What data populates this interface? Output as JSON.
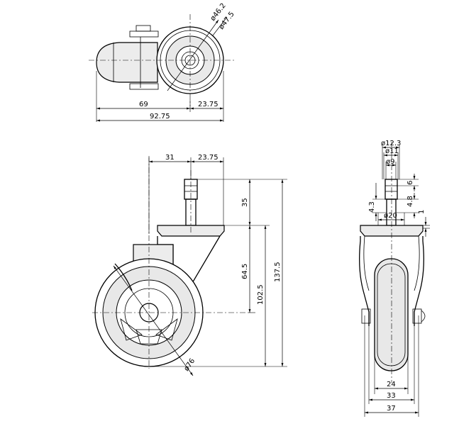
{
  "top_view": {
    "dims": {
      "dia_outer": "ø46.2",
      "dia_inner": "ø47.5",
      "len_69": "69",
      "len_2375": "23.75",
      "len_9275": "92.75"
    }
  },
  "side_view": {
    "dims": {
      "w31": "31",
      "w2375": "23.75",
      "h35": "35",
      "h645": "64.5",
      "h1025": "102.5",
      "h1375": "137.5",
      "wheel_dia": "ø76"
    }
  },
  "front_view": {
    "dims": {
      "d123": "ø12.3",
      "d11": "ø11",
      "d9": "ø9",
      "v6": "6",
      "v43": "4.3",
      "v48": "4.8",
      "d20": "ø20",
      "v1": "1",
      "w24": "24",
      "w33": "33",
      "w37": "37"
    }
  }
}
